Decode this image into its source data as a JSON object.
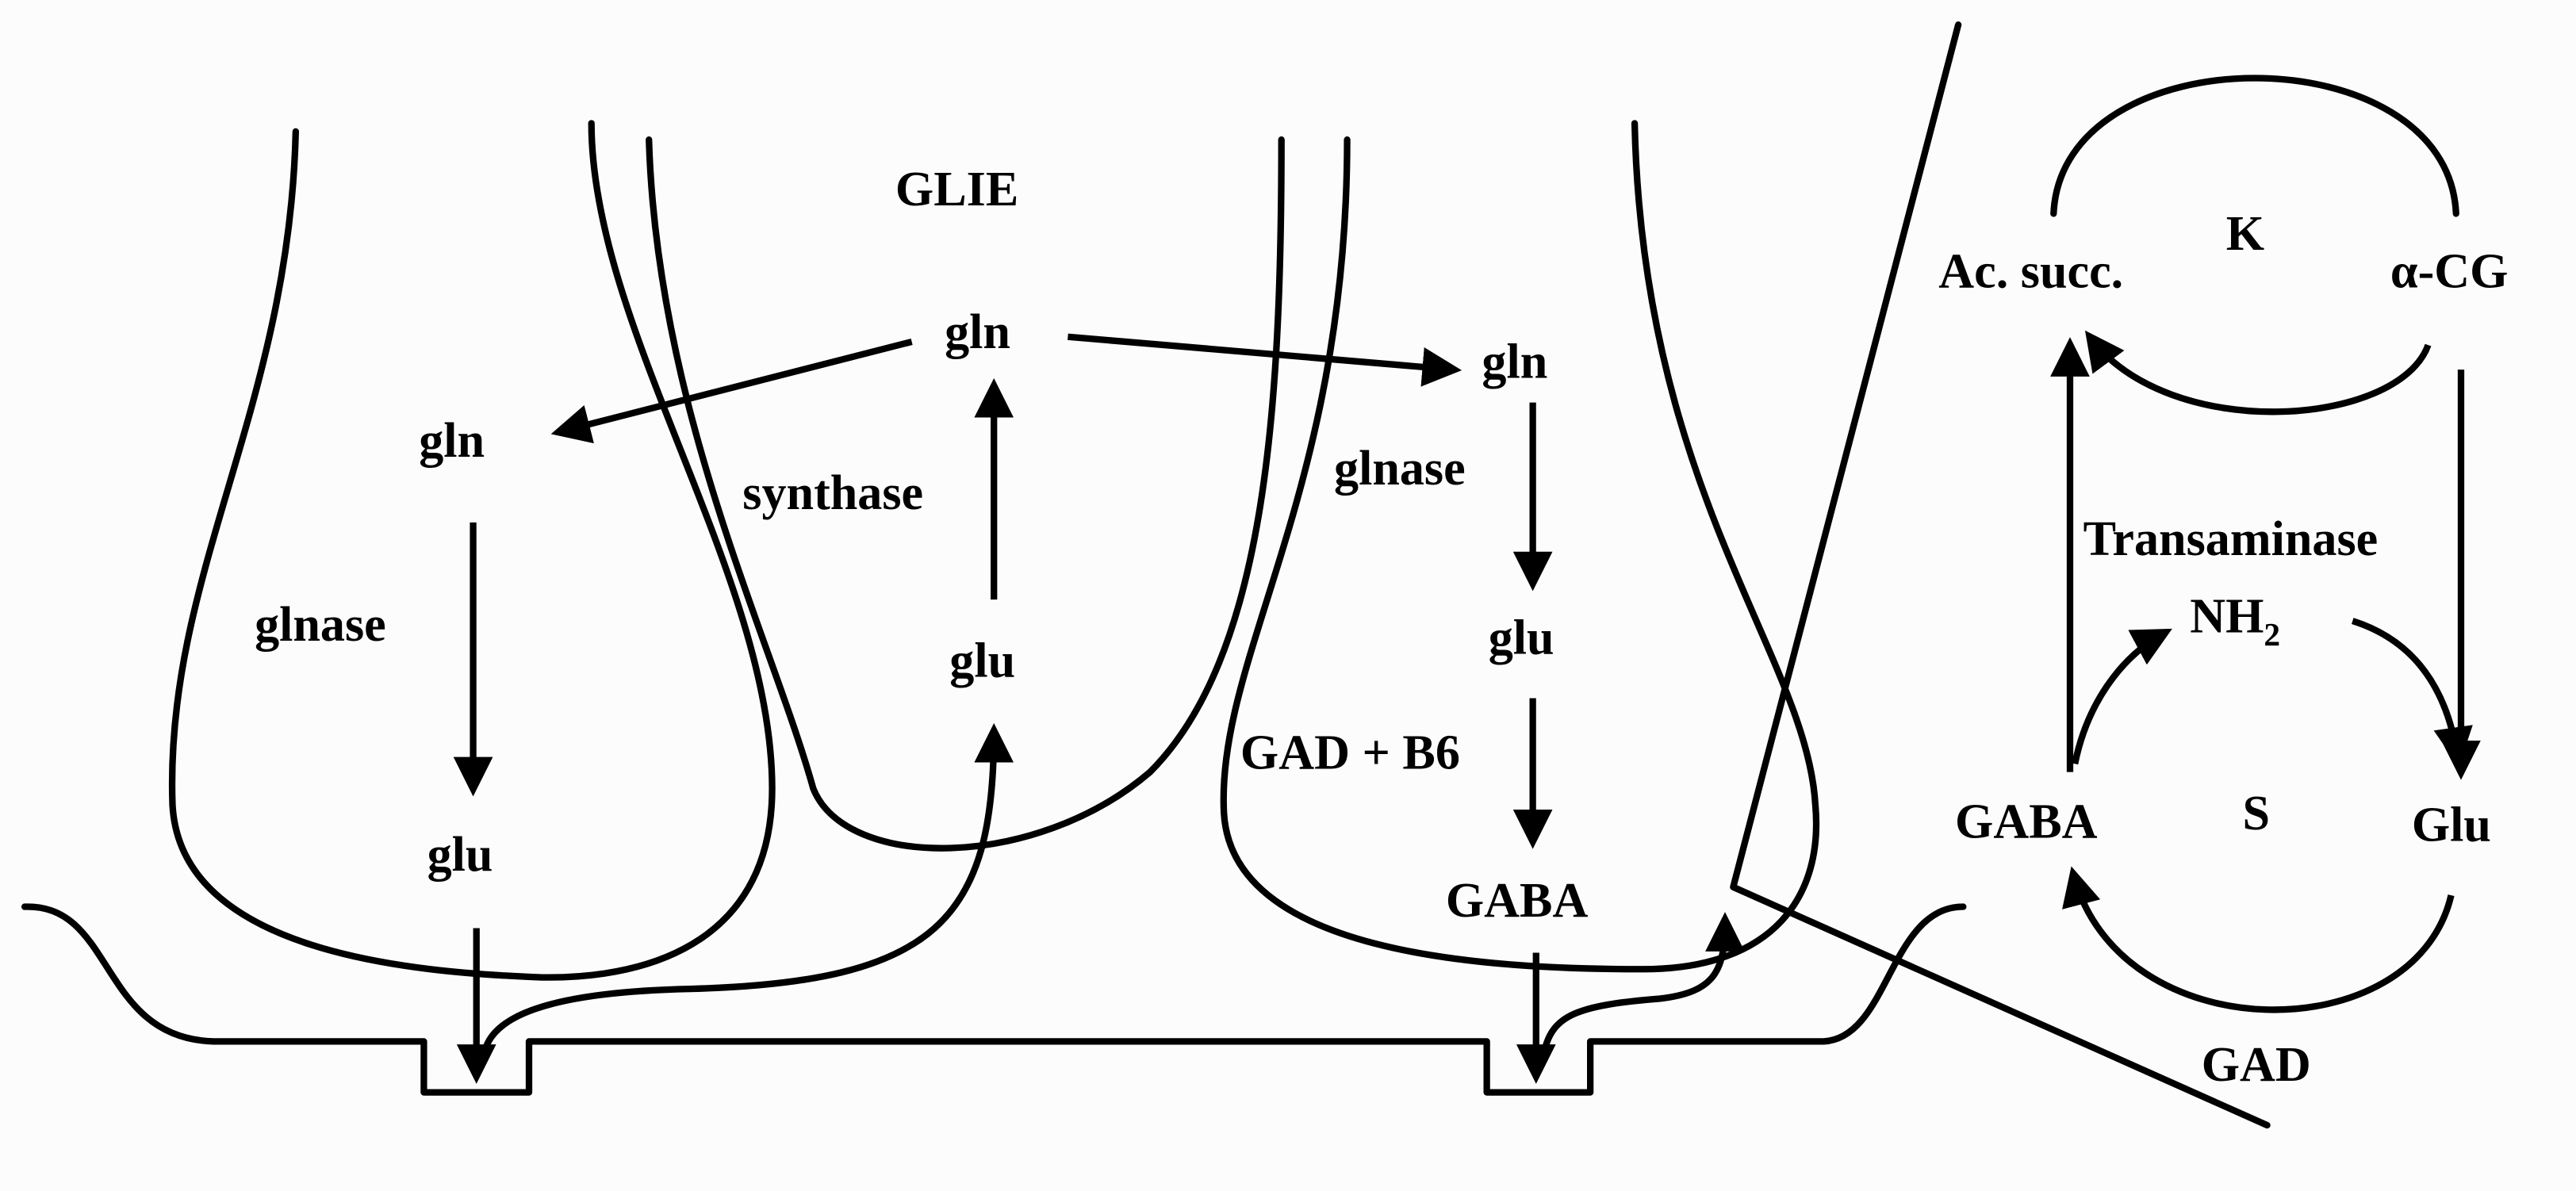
{
  "labels": {
    "glie": "GLIE",
    "gln_glia": "gln",
    "synthase": "synthase",
    "glu_glia": "glu",
    "gln_left": "gln",
    "glnase_left": "glnase",
    "glu_left": "glu",
    "gln_right": "gln",
    "glnase_right": "glnase",
    "glu_right": "glu",
    "gad_b6": "GAD + B6",
    "gaba_right": "GABA"
  },
  "cycle": {
    "ac_succ": "Ac. succ.",
    "k": "K",
    "alpha_cg": "α-CG",
    "transaminase": "Transaminase",
    "nh2": "NH",
    "nh2_sub": "2",
    "gaba": "GABA",
    "s": "S",
    "glu": "Glu",
    "gad": "GAD"
  }
}
